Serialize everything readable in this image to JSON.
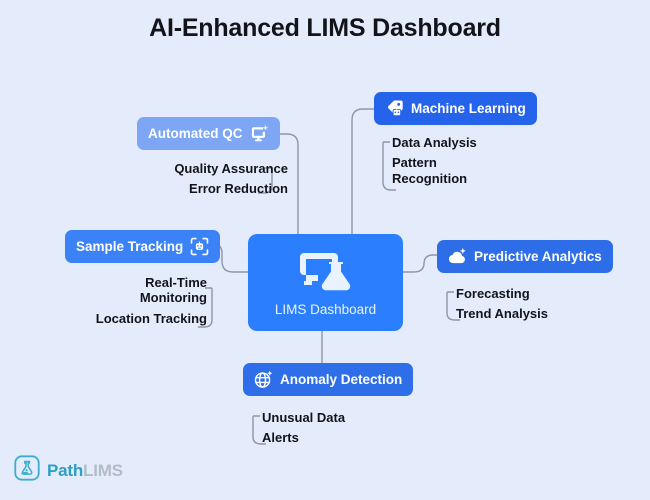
{
  "page": {
    "title": "AI-Enhanced LIMS Dashboard",
    "background_color": "#e4ecfc"
  },
  "center": {
    "label": "LIMS Dashboard",
    "icon": "monitor-flask-icon",
    "color": "#2b7fff"
  },
  "branches": [
    {
      "id": "machine-learning",
      "label": "Machine Learning",
      "icon": "tag-robot-icon",
      "icon_side": "left",
      "color": "#2563eb",
      "items": [
        "Data Analysis",
        "Pattern Recognition"
      ]
    },
    {
      "id": "automated-qc",
      "label": "Automated QC",
      "icon": "monitor-sparkle-icon",
      "icon_side": "right",
      "color": "#7da6f4",
      "items": [
        "Quality Assurance",
        "Error Reduction"
      ]
    },
    {
      "id": "sample-tracking",
      "label": "Sample Tracking",
      "icon": "scan-sample-icon",
      "icon_side": "right",
      "color": "#3b82f6",
      "items": [
        "Real-Time Monitoring",
        "Location Tracking"
      ]
    },
    {
      "id": "predictive-analytics",
      "label": "Predictive Analytics",
      "icon": "cloud-sparkle-icon",
      "icon_side": "left",
      "color": "#2d6ee8",
      "items": [
        "Forecasting",
        "Trend Analysis"
      ]
    },
    {
      "id": "anomaly-detection",
      "label": "Anomaly Detection",
      "icon": "globe-sparkle-icon",
      "icon_side": "left",
      "color": "#2e6ee9",
      "items": [
        "Unusual Data",
        "Alerts"
      ]
    }
  ],
  "logo": {
    "icon": "path-lims-logo-icon",
    "name_primary": "Path",
    "name_secondary": "LIMS",
    "primary_color": "#2b9fc4",
    "secondary_color": "#b2bcc6"
  },
  "connector_color": "#8e97a6"
}
